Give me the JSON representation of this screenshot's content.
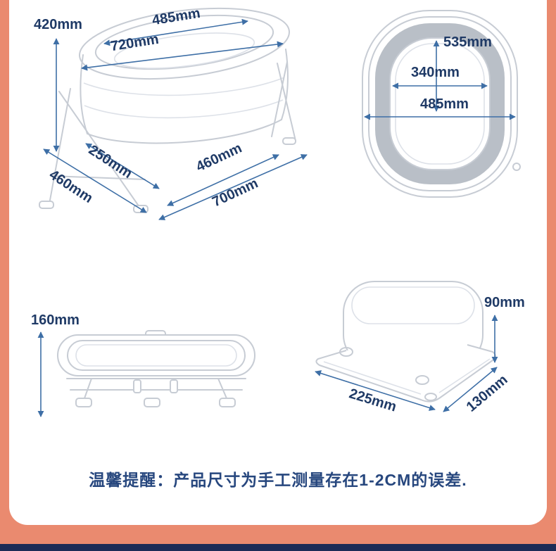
{
  "dims": {
    "tub_height": "420mm",
    "tub_top_width": "485mm",
    "tub_top_length": "720mm",
    "tub_base_depth": "460mm",
    "tub_base_inner": "250mm",
    "tub_base_front_inner": "460mm",
    "tub_base_length": "700mm",
    "top_view_inner_length": "535mm",
    "top_view_inner_width": "340mm",
    "top_view_outer_width": "485mm",
    "folded_height": "160mm",
    "folded_stack_height": "90mm",
    "folded_length": "225mm",
    "folded_width": "130mm"
  },
  "notice": {
    "text": "温馨提醒：产品尺寸为手工测量存在1-2CM的误差."
  },
  "colors": {
    "frame": "#EA8A6F",
    "bottom_bar": "#1D2B56",
    "dimension_text": "#1F3A66",
    "arrow": "#3E6FA6",
    "line_art": "#C7CCD4",
    "rim_fill": "#B9BFC7"
  }
}
